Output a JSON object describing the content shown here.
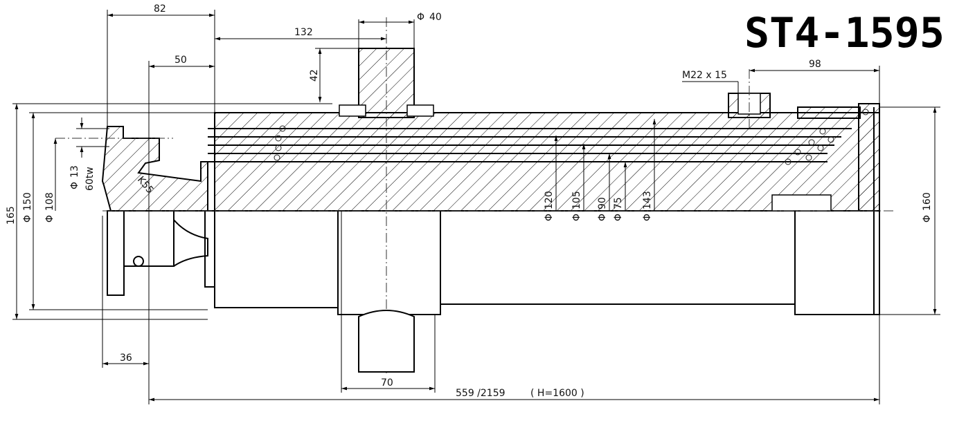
{
  "drawing": {
    "title": "ST4-1595",
    "dimensions": {
      "top_82": "82",
      "top_132": "132",
      "top_50": "50",
      "phi40": "40",
      "dim_42": "42",
      "thread": "M22 x 15",
      "dim_98": "98",
      "phi120": "120",
      "phi105": "105",
      "phi90": "90",
      "phi75": "75",
      "phi143": "143",
      "phi160": "160",
      "dim_165": "165",
      "phi150": "150",
      "phi108": "108",
      "phi13": "13",
      "weld": "60tw",
      "ksb": "K55",
      "dim_36": "36",
      "dim_70": "70",
      "stroke_text": "559 /2159",
      "stroke_h": "( H=1600 )"
    },
    "symbols": {
      "diameter": "Φ"
    }
  }
}
